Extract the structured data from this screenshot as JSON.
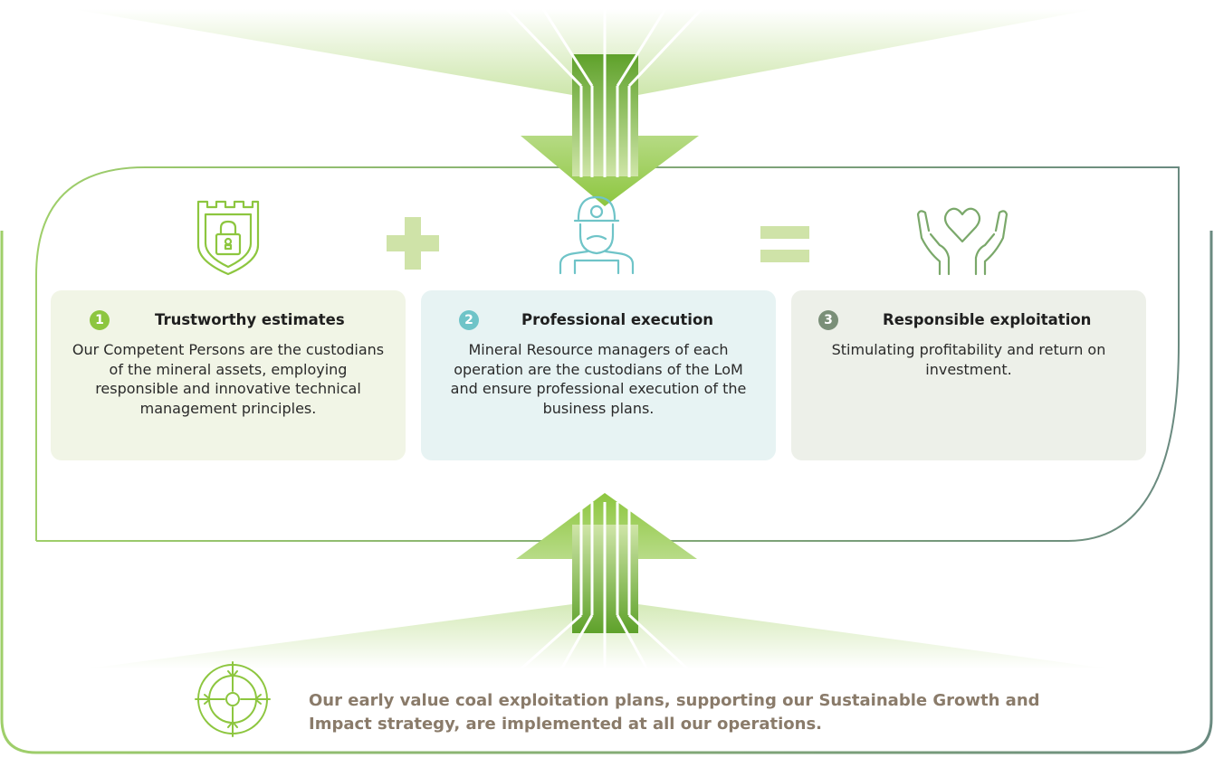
{
  "cards": [
    {
      "number": "1",
      "title": "Trustworthy estimates",
      "body": "Our Competent Persons are the custodians of the mineral assets, employing responsible and innovative technical management principles.",
      "icon": "shield-lock-icon"
    },
    {
      "number": "2",
      "title": "Professional execution",
      "body": "Mineral Resource managers of each operation are the custodians of the LoM and ensure professional execution of the business plans.",
      "icon": "miner-helmet-icon"
    },
    {
      "number": "3",
      "title": "Responsible exploitation",
      "body": "Stimulating profitability and return on investment.",
      "icon": "hands-heart-icon"
    }
  ],
  "operators": [
    "plus-icon",
    "equals-icon"
  ],
  "footer": {
    "text": "Our early value coal exploitation plans, supporting our Sustainable Growth and Impact strategy, are implemented at all our operations.",
    "icon": "target-icon"
  },
  "colors": {
    "green": "#8dc63f",
    "teal": "#6fc4c8",
    "grey_green": "#7a8f78",
    "footer_text": "#8a7b6a"
  }
}
